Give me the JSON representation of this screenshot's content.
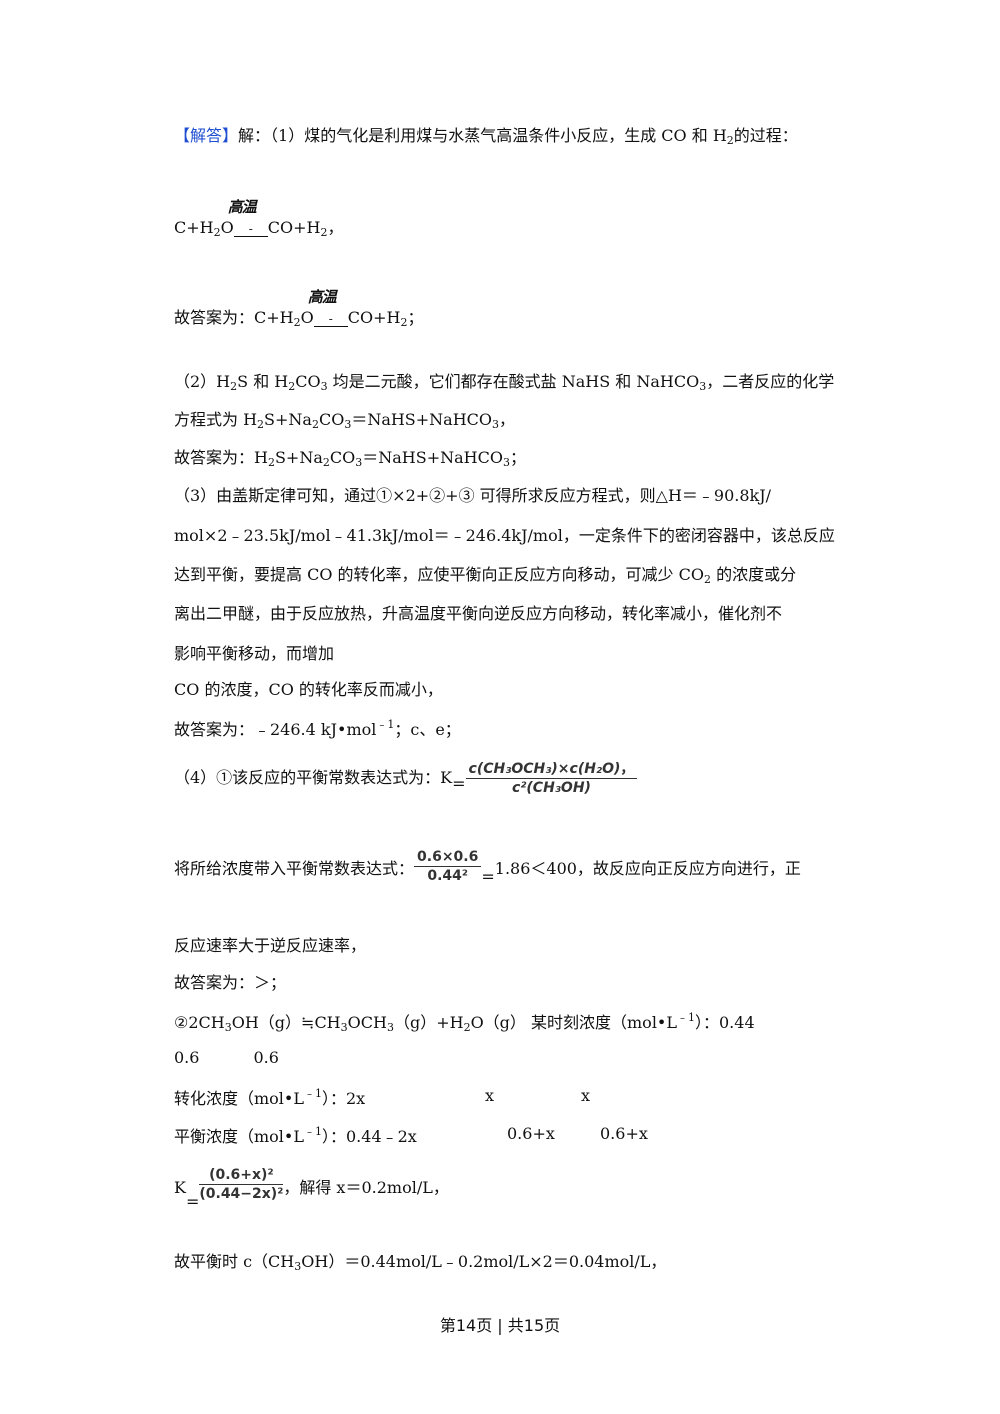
{
  "lines": {
    "l1_tag": "【解答】",
    "l1_text": "解：（1）煤的气化是利用煤与水蒸气高温条件小反应，生成 CO 和 H",
    "l1_sub": "2",
    "l1_end": "的过程：",
    "eq_cond_top": "高温",
    "eq_cond_mid": "-",
    "eq1_a": "C+H",
    "eq1_sub1": "2",
    "eq1_b": "O",
    "eq1_c": "CO+H",
    "eq1_sub2": "2",
    "eq1_end": "，",
    "ans1_pre": "故答案为：C+H",
    "ans1_sub1": "2",
    "ans1_b": "O",
    "ans1_c": "CO+H",
    "ans1_sub2": "2",
    "ans1_end": "；",
    "p2_a": "（2）H",
    "p2_s1": "2",
    "p2_b": "S 和 H",
    "p2_s2": "2",
    "p2_c": "CO",
    "p2_s3": "3",
    "p2_d": " 均是二元酸，它们都存在酸式盐 NaHS 和 NaHCO",
    "p2_s4": "3",
    "p2_e": "，二者反应的化学",
    "p2l2_a": "方程式为 H",
    "p2l2_s1": "2",
    "p2l2_b": "S+Na",
    "p2l2_s2": "2",
    "p2l2_c": "CO",
    "p2l2_s3": "3",
    "p2l2_d": "＝NaHS+NaHCO",
    "p2l2_s4": "3",
    "p2l2_e": "，",
    "ans2_a": "故答案为：H",
    "ans2_s1": "2",
    "ans2_b": "S+Na",
    "ans2_s2": "2",
    "ans2_c": "CO",
    "ans2_s3": "3",
    "ans2_d": "＝NaHS+NaHCO",
    "ans2_s4": "3",
    "ans2_e": "；",
    "p3_l1": "（3）由盖斯定律可知，通过①×2+②+③ 可得所求反应方程式，则△H＝﹣90.8kJ/",
    "p3_l2": "mol×2﹣23.5kJ/mol﹣41.3kJ/mol＝﹣246.4kJ/mol，一定条件下的密闭容器中，该总反应",
    "p3_l3_a": "达到平衡，要提高 CO 的转化率，应使平衡向正反应方向移动，可减少 CO",
    "p3_l3_s": "2",
    "p3_l3_b": " 的浓度或分",
    "p3_l4": "离出二甲醚，由于反应放热，升高温度平衡向逆反应方向移动，转化率减小，催化剂不",
    "p3_l5": "影响平衡移动，而增加",
    "p3_l6": "CO 的浓度，CO 的转化率反而减小，",
    "ans3_a": "故答案为：﹣246.4  kJ•mol",
    "ans3_sup": "﹣1",
    "ans3_b": "；c、e；",
    "p4_a": "（4）①该反应的平衡常数表达式为：K",
    "p4_eq": "=",
    "p4_num": "c(CH₃OCH₃)×c(H₂O)",
    "p4_num_end": "，",
    "p4_den": "c²(CH₃OH)",
    "p4b_a": "将所给浓度带入平衡常数表达式：",
    "p4b_num": "0.6×0.6",
    "p4b_den": "0.44²",
    "p4b_eq": "=",
    "p4b_b": "1.86＜400，故反应向正反应方向进行，正",
    "p4c": "反应速率大于逆反应速率，",
    "ans4": "故答案为：＞；",
    "p5_a": "②2CH",
    "p5_s1": "3",
    "p5_b": "OH（g）≒CH",
    "p5_s2": "3",
    "p5_c": "OCH",
    "p5_s3": "3",
    "p5_d": "（g）+H",
    "p5_s4": "2",
    "p5_e": "O（g）   某时刻浓度（mol•L",
    "p5_sup": "﹣1",
    "p5_f": "）：0.44",
    "p5l2_a": "0.6",
    "p5l2_b": "0.6",
    "conv_a": "转化浓度（mol•L",
    "conv_sup": "﹣1",
    "conv_b": "）：2x",
    "conv_x1": "x",
    "conv_x2": "x",
    "eqm_a": "平衡浓度（mol•L",
    "eqm_sup": "﹣1",
    "eqm_b": "）：0.44﹣2x",
    "eqm_c": "0.6+x",
    "eqm_d": "0.6+x",
    "k_a": "K",
    "k_eq": "=",
    "k_num": "(0.6+x)²",
    "k_den": "(0.44−2x)²",
    "k_b": "，解得 x＝0.2mol/L，",
    "last_a": "故平衡时 c（CH",
    "last_s": "3",
    "last_b": "OH）＝0.44mol/L﹣0.2mol/L×2＝0.04mol/L，"
  },
  "footer": {
    "text": "第14页 | 共15页"
  },
  "colors": {
    "tag": "#1f4fd0",
    "text": "#111111"
  }
}
